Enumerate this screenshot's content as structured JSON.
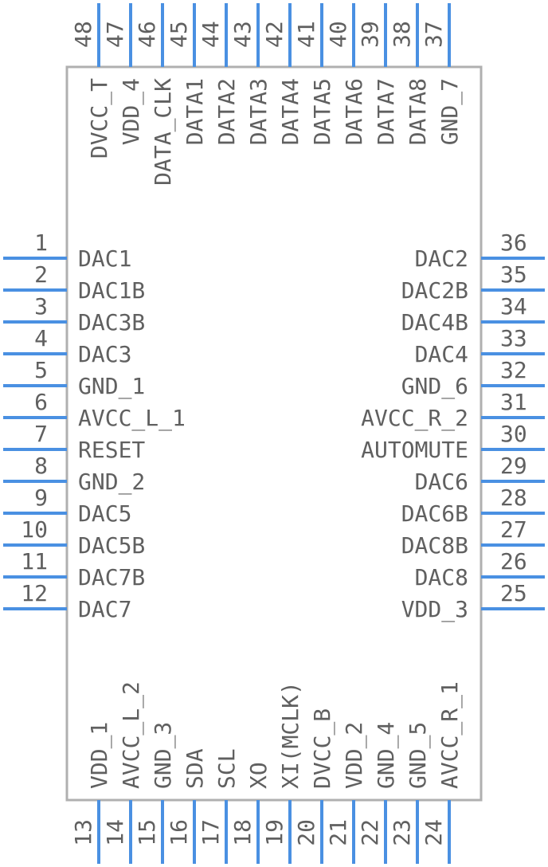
{
  "component": {
    "body_color": "#b0b0b0",
    "pin_color": "#4a90e2",
    "text_color": "#606060"
  },
  "pins_left": [
    {
      "num": "1",
      "name": "DAC1"
    },
    {
      "num": "2",
      "name": "DAC1B"
    },
    {
      "num": "3",
      "name": "DAC3B"
    },
    {
      "num": "4",
      "name": "DAC3"
    },
    {
      "num": "5",
      "name": "GND_1"
    },
    {
      "num": "6",
      "name": "AVCC_L_1"
    },
    {
      "num": "7",
      "name": "RESET"
    },
    {
      "num": "8",
      "name": "GND_2"
    },
    {
      "num": "9",
      "name": "DAC5"
    },
    {
      "num": "10",
      "name": "DAC5B"
    },
    {
      "num": "11",
      "name": "DAC7B"
    },
    {
      "num": "12",
      "name": "DAC7"
    }
  ],
  "pins_bottom": [
    {
      "num": "13",
      "name": "VDD_1"
    },
    {
      "num": "14",
      "name": "AVCC_L_2"
    },
    {
      "num": "15",
      "name": "GND_3"
    },
    {
      "num": "16",
      "name": "SDA"
    },
    {
      "num": "17",
      "name": "SCL"
    },
    {
      "num": "18",
      "name": "XO"
    },
    {
      "num": "19",
      "name": "XI(MCLK)"
    },
    {
      "num": "20",
      "name": "DVCC_B"
    },
    {
      "num": "21",
      "name": "VDD_2"
    },
    {
      "num": "22",
      "name": "GND_4"
    },
    {
      "num": "23",
      "name": "GND_5"
    },
    {
      "num": "24",
      "name": "AVCC_R_1"
    }
  ],
  "pins_right": [
    {
      "num": "25",
      "name": "VDD_3"
    },
    {
      "num": "26",
      "name": "DAC8"
    },
    {
      "num": "27",
      "name": "DAC8B"
    },
    {
      "num": "28",
      "name": "DAC6B"
    },
    {
      "num": "29",
      "name": "DAC6"
    },
    {
      "num": "30",
      "name": "AUTOMUTE"
    },
    {
      "num": "31",
      "name": "AVCC_R_2"
    },
    {
      "num": "32",
      "name": "GND_6"
    },
    {
      "num": "33",
      "name": "DAC4"
    },
    {
      "num": "34",
      "name": "DAC4B"
    },
    {
      "num": "35",
      "name": "DAC2B"
    },
    {
      "num": "36",
      "name": "DAC2"
    }
  ],
  "pins_top": [
    {
      "num": "37",
      "name": "GND_7"
    },
    {
      "num": "38",
      "name": "DATA8"
    },
    {
      "num": "39",
      "name": "DATA7"
    },
    {
      "num": "40",
      "name": "DATA6"
    },
    {
      "num": "41",
      "name": "DATA5"
    },
    {
      "num": "42",
      "name": "DATA4"
    },
    {
      "num": "43",
      "name": "DATA3"
    },
    {
      "num": "44",
      "name": "DATA2"
    },
    {
      "num": "45",
      "name": "DATA1"
    },
    {
      "num": "46",
      "name": "DATA_CLK"
    },
    {
      "num": "47",
      "name": "VDD_4"
    },
    {
      "num": "48",
      "name": "DVCC_T"
    }
  ]
}
